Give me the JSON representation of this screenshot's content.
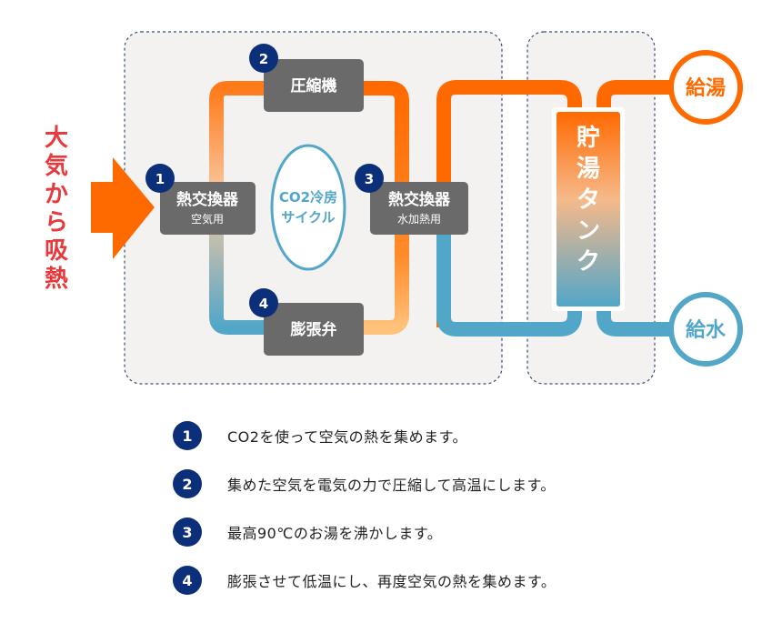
{
  "intake_label": "大気から吸熱",
  "cycle": {
    "center_label": [
      "CO2冷房",
      "サイクル"
    ],
    "components": [
      {
        "num": "1",
        "title": "熱交換器",
        "sub": "空気用"
      },
      {
        "num": "2",
        "title": "圧縮機",
        "sub": ""
      },
      {
        "num": "3",
        "title": "熱交換器",
        "sub": "水加熱用"
      },
      {
        "num": "4",
        "title": "膨張弁",
        "sub": ""
      }
    ]
  },
  "tank_label": "貯湯タンク",
  "outputs": {
    "hot": "給湯",
    "cold": "給水"
  },
  "colors": {
    "hot": "#ff6a00",
    "cold": "#52a6c8",
    "badge": "#0c2f7a",
    "box": "#6a6a6a",
    "intake": "#e8393c"
  },
  "steps": [
    {
      "num": "1",
      "text": "CO2を使って空気の熱を集めます。"
    },
    {
      "num": "2",
      "text": "集めた空気を電気の力で圧縮して高温にします。"
    },
    {
      "num": "3",
      "text": "最高90℃のお湯を沸かします。"
    },
    {
      "num": "4",
      "text": "膨張させて低温にし、再度空気の熱を集めます。"
    }
  ]
}
